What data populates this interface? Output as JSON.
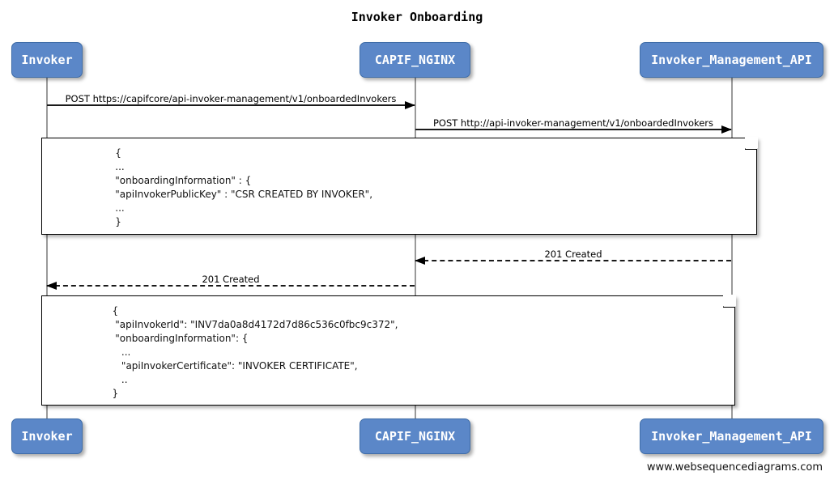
{
  "diagram": {
    "title": "Invoker Onboarding",
    "footer": "www.websequencediagrams.com",
    "accent_color": "#5b87c8",
    "accent_border_color": "#3f6da8",
    "participants": [
      {
        "name": "Invoker",
        "label": "Invoker"
      },
      {
        "name": "CAPIF_NGINX",
        "label": "CAPIF_NGINX"
      },
      {
        "name": "Invoker_Management_API",
        "label": "Invoker_Management_API"
      }
    ],
    "messages": [
      {
        "id": "msg-1",
        "label": "POST https://capifcore/api-invoker-management/v1/onboardedInvokers",
        "from": "Invoker",
        "to": "CAPIF_NGINX",
        "style": "solid",
        "direction": "right"
      },
      {
        "id": "msg-2",
        "label": "POST http://api-invoker-management/v1/onboardedInvokers",
        "from": "CAPIF_NGINX",
        "to": "Invoker_Management_API",
        "style": "solid",
        "direction": "right"
      },
      {
        "id": "msg-3",
        "label": "201 Created",
        "from": "Invoker_Management_API",
        "to": "CAPIF_NGINX",
        "style": "dashed",
        "direction": "left"
      },
      {
        "id": "msg-4",
        "label": "201 Created",
        "from": "CAPIF_NGINX",
        "to": "Invoker",
        "style": "dashed",
        "direction": "left"
      }
    ],
    "notes": [
      {
        "id": "note-request-body",
        "text": "                    {\n                    ...\n                    \"onboardingInformation\" : {\n                    \"apiInvokerPublicKey\" : \"CSR CREATED BY INVOKER\",\n                    ...\n                    }"
      },
      {
        "id": "note-response-body",
        "text": "                   {\n                    \"apiInvokerId\": \"INV7da0a8d4172d7d86c536c0fbc9c372\",\n                    \"onboardingInformation\": {\n                      ...\n                      \"apiInvokerCertificate\": \"INVOKER CERTIFICATE\",\n                      ..\n                   }"
      }
    ]
  }
}
